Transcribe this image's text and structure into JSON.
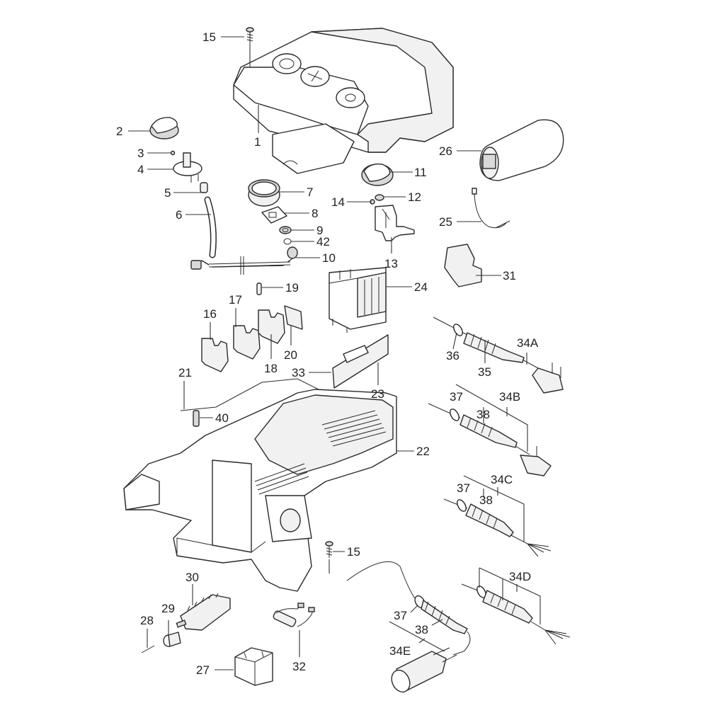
{
  "diagram": {
    "type": "exploded-parts-diagram",
    "subject": "appliance base, top cover, controls and mains cable options",
    "callouts": [
      {
        "id": "c15a",
        "label": "15",
        "part": "screw"
      },
      {
        "id": "c1",
        "label": "1",
        "part": "top-cover"
      },
      {
        "id": "c2",
        "label": "2",
        "part": "knob"
      },
      {
        "id": "c3",
        "label": "3",
        "part": "small-screw"
      },
      {
        "id": "c4",
        "label": "4",
        "part": "switch"
      },
      {
        "id": "c5",
        "label": "5",
        "part": "connector"
      },
      {
        "id": "c6",
        "label": "6",
        "part": "hose"
      },
      {
        "id": "c7",
        "label": "7",
        "part": "lamp-ring"
      },
      {
        "id": "c8",
        "label": "8",
        "part": "gasket"
      },
      {
        "id": "c9",
        "label": "9",
        "part": "o-ring"
      },
      {
        "id": "c42",
        "label": "42",
        "part": "washer"
      },
      {
        "id": "c10",
        "label": "10",
        "part": "sensor-lead"
      },
      {
        "id": "c11",
        "label": "11",
        "part": "thermostat-knob"
      },
      {
        "id": "c12",
        "label": "12",
        "part": "ring"
      },
      {
        "id": "c14",
        "label": "14",
        "part": "screw"
      },
      {
        "id": "c13",
        "label": "13",
        "part": "thermostat"
      },
      {
        "id": "c26",
        "label": "26",
        "part": "capacitor"
      },
      {
        "id": "c25",
        "label": "25",
        "part": "wire-lead"
      },
      {
        "id": "c31",
        "label": "31",
        "part": "insulating-plate"
      },
      {
        "id": "c24",
        "label": "24",
        "part": "contactor"
      },
      {
        "id": "c19",
        "label": "19",
        "part": "link"
      },
      {
        "id": "c16",
        "label": "16",
        "part": "terminal-block"
      },
      {
        "id": "c17",
        "label": "17",
        "part": "terminal-block"
      },
      {
        "id": "c18",
        "label": "18",
        "part": "terminal-block"
      },
      {
        "id": "c20",
        "label": "20",
        "part": "end-plate"
      },
      {
        "id": "c33",
        "label": "33",
        "part": "pcb-connector"
      },
      {
        "id": "c23",
        "label": "23",
        "part": "circuit-board"
      },
      {
        "id": "c21",
        "label": "21",
        "part": "wire-bracket"
      },
      {
        "id": "c40",
        "label": "40",
        "part": "spring"
      },
      {
        "id": "c22",
        "label": "22",
        "part": "base-housing"
      },
      {
        "id": "c15b",
        "label": "15",
        "part": "screw"
      },
      {
        "id": "c30",
        "label": "30",
        "part": "selector-switch"
      },
      {
        "id": "c29",
        "label": "29",
        "part": "spacer"
      },
      {
        "id": "c28",
        "label": "28",
        "part": "bolt"
      },
      {
        "id": "c27",
        "label": "27",
        "part": "relay"
      },
      {
        "id": "c32",
        "label": "32",
        "part": "suppressor"
      },
      {
        "id": "c36",
        "label": "36",
        "part": "grommet"
      },
      {
        "id": "c35",
        "label": "35",
        "part": "cable-sleeve"
      },
      {
        "id": "c34A",
        "label": "34A",
        "part": "mains-cable-euro"
      },
      {
        "id": "c37a",
        "label": "37",
        "part": "grommet"
      },
      {
        "id": "c38a",
        "label": "38",
        "part": "cable-sleeve"
      },
      {
        "id": "c34B",
        "label": "34B",
        "part": "mains-cable-uk"
      },
      {
        "id": "c37b",
        "label": "37",
        "part": "grommet"
      },
      {
        "id": "c38b",
        "label": "38",
        "part": "cable-sleeve"
      },
      {
        "id": "c34C",
        "label": "34C",
        "part": "mains-cable-bare"
      },
      {
        "id": "c34D",
        "label": "34D",
        "part": "mains-cable-bare-alt"
      },
      {
        "id": "c37c",
        "label": "37",
        "part": "grommet"
      },
      {
        "id": "c38c",
        "label": "38",
        "part": "cable-sleeve"
      },
      {
        "id": "c34E",
        "label": "34E",
        "part": "mains-cable-industrial"
      }
    ]
  }
}
